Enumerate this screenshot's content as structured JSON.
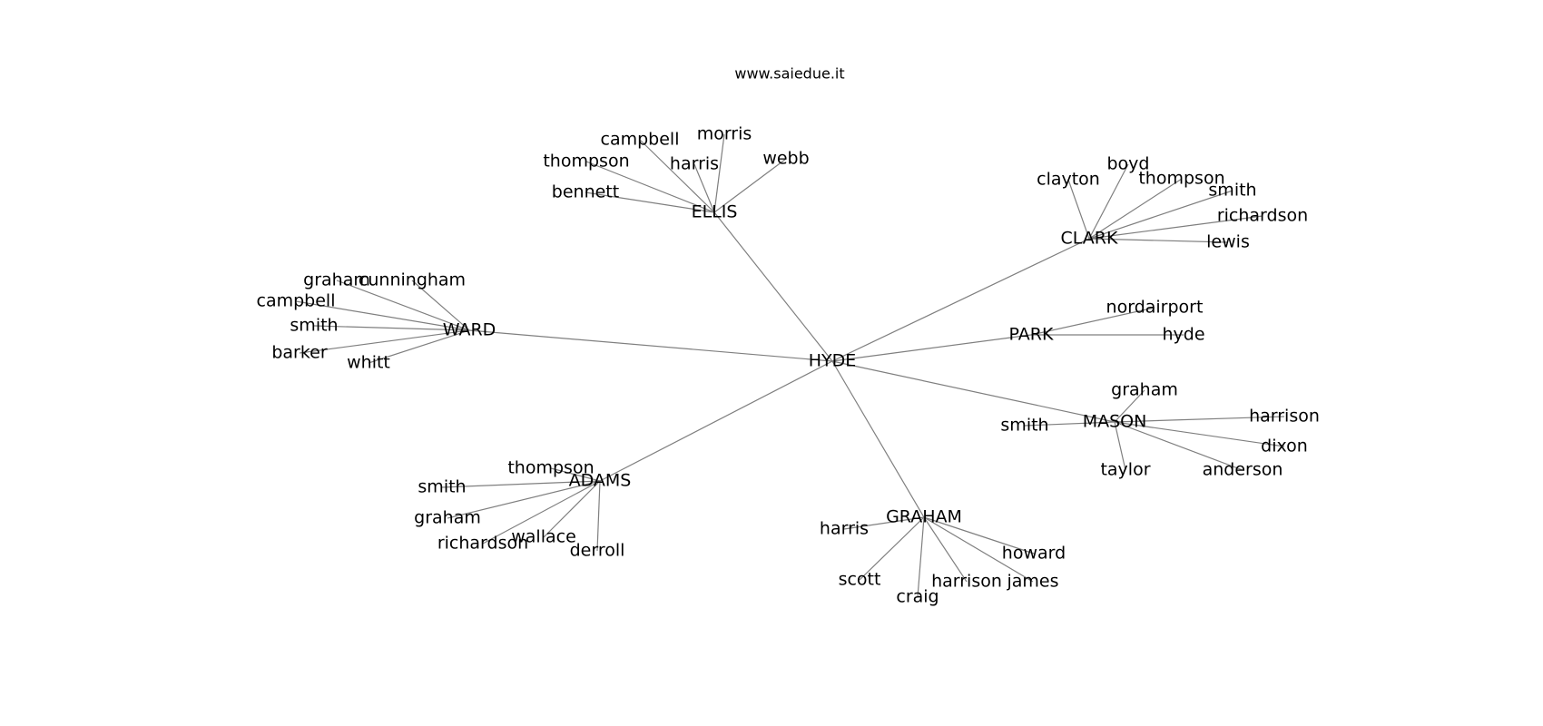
{
  "title": "www.saiedue.it",
  "colors": {
    "edge": "#7f7f7f",
    "text": "#000000",
    "background": "#ffffff"
  },
  "root": "HYDE",
  "groups": [
    {
      "name": "ELLIS",
      "members": [
        "campbell",
        "morris",
        "thompson",
        "harris",
        "webb",
        "bennett"
      ]
    },
    {
      "name": "CLARK",
      "members": [
        "boyd",
        "clayton",
        "thompson",
        "smith",
        "richardson",
        "lewis"
      ]
    },
    {
      "name": "WARD",
      "members": [
        "graham",
        "cunningham",
        "campbell",
        "smith",
        "barker",
        "whitt"
      ]
    },
    {
      "name": "PARK",
      "members": [
        "nordairport",
        "hyde"
      ]
    },
    {
      "name": "MASON",
      "members": [
        "graham",
        "harrison",
        "smith",
        "dixon",
        "taylor",
        "anderson"
      ]
    },
    {
      "name": "ADAMS",
      "members": [
        "thompson",
        "smith",
        "graham",
        "wallace",
        "richardson",
        "derroll"
      ]
    },
    {
      "name": "GRAHAM",
      "members": [
        "harris",
        "howard",
        "scott",
        "harrison",
        "james",
        "craig"
      ]
    }
  ]
}
